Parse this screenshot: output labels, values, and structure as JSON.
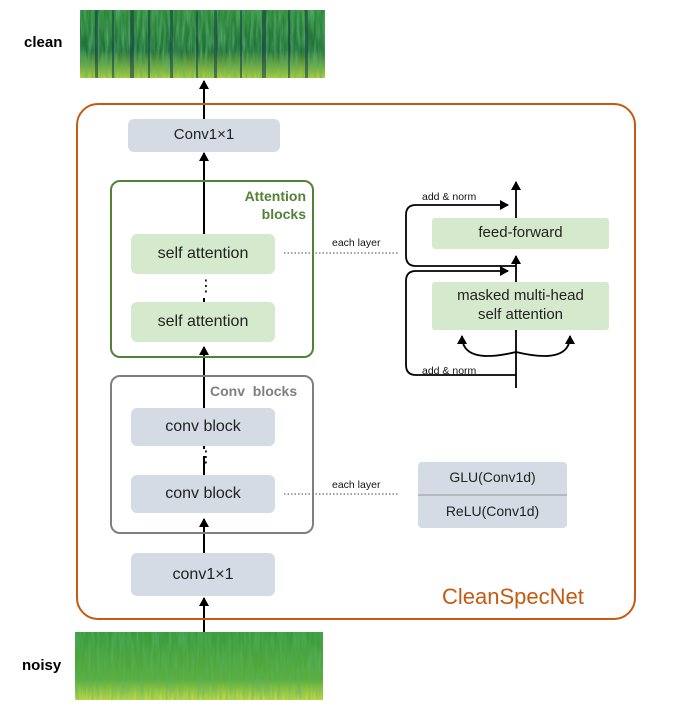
{
  "labels": {
    "clean": "clean",
    "noisy": "noisy",
    "model_name": "CleanSpecNet"
  },
  "main_blocks": {
    "conv1x1_top": "Conv1×1",
    "attention_title": "Attention blocks",
    "self_attention_1": "self attention",
    "self_attention_2": "self attention",
    "conv_title": "Conv  blocks",
    "conv_block_1": "conv block",
    "conv_block_2": "conv block",
    "conv1x1_bottom": "conv1×1",
    "ellipsis": "⋮"
  },
  "attention_detail": {
    "each_layer": "each layer",
    "add_norm_top": "add & norm",
    "feed_forward": "feed-forward",
    "masked_mha": "masked multi-head self attention",
    "add_norm_bottom": "add & norm"
  },
  "conv_detail": {
    "each_layer": "each layer",
    "glu": "GLU(Conv1d)",
    "relu": "ReLU(Conv1d)"
  },
  "colors": {
    "outer_frame": "#c55a11",
    "attention_frame": "#548235",
    "conv_frame": "#7f7f7f",
    "grey_box": "#d5dbe5",
    "green_box": "#d5eacc"
  }
}
